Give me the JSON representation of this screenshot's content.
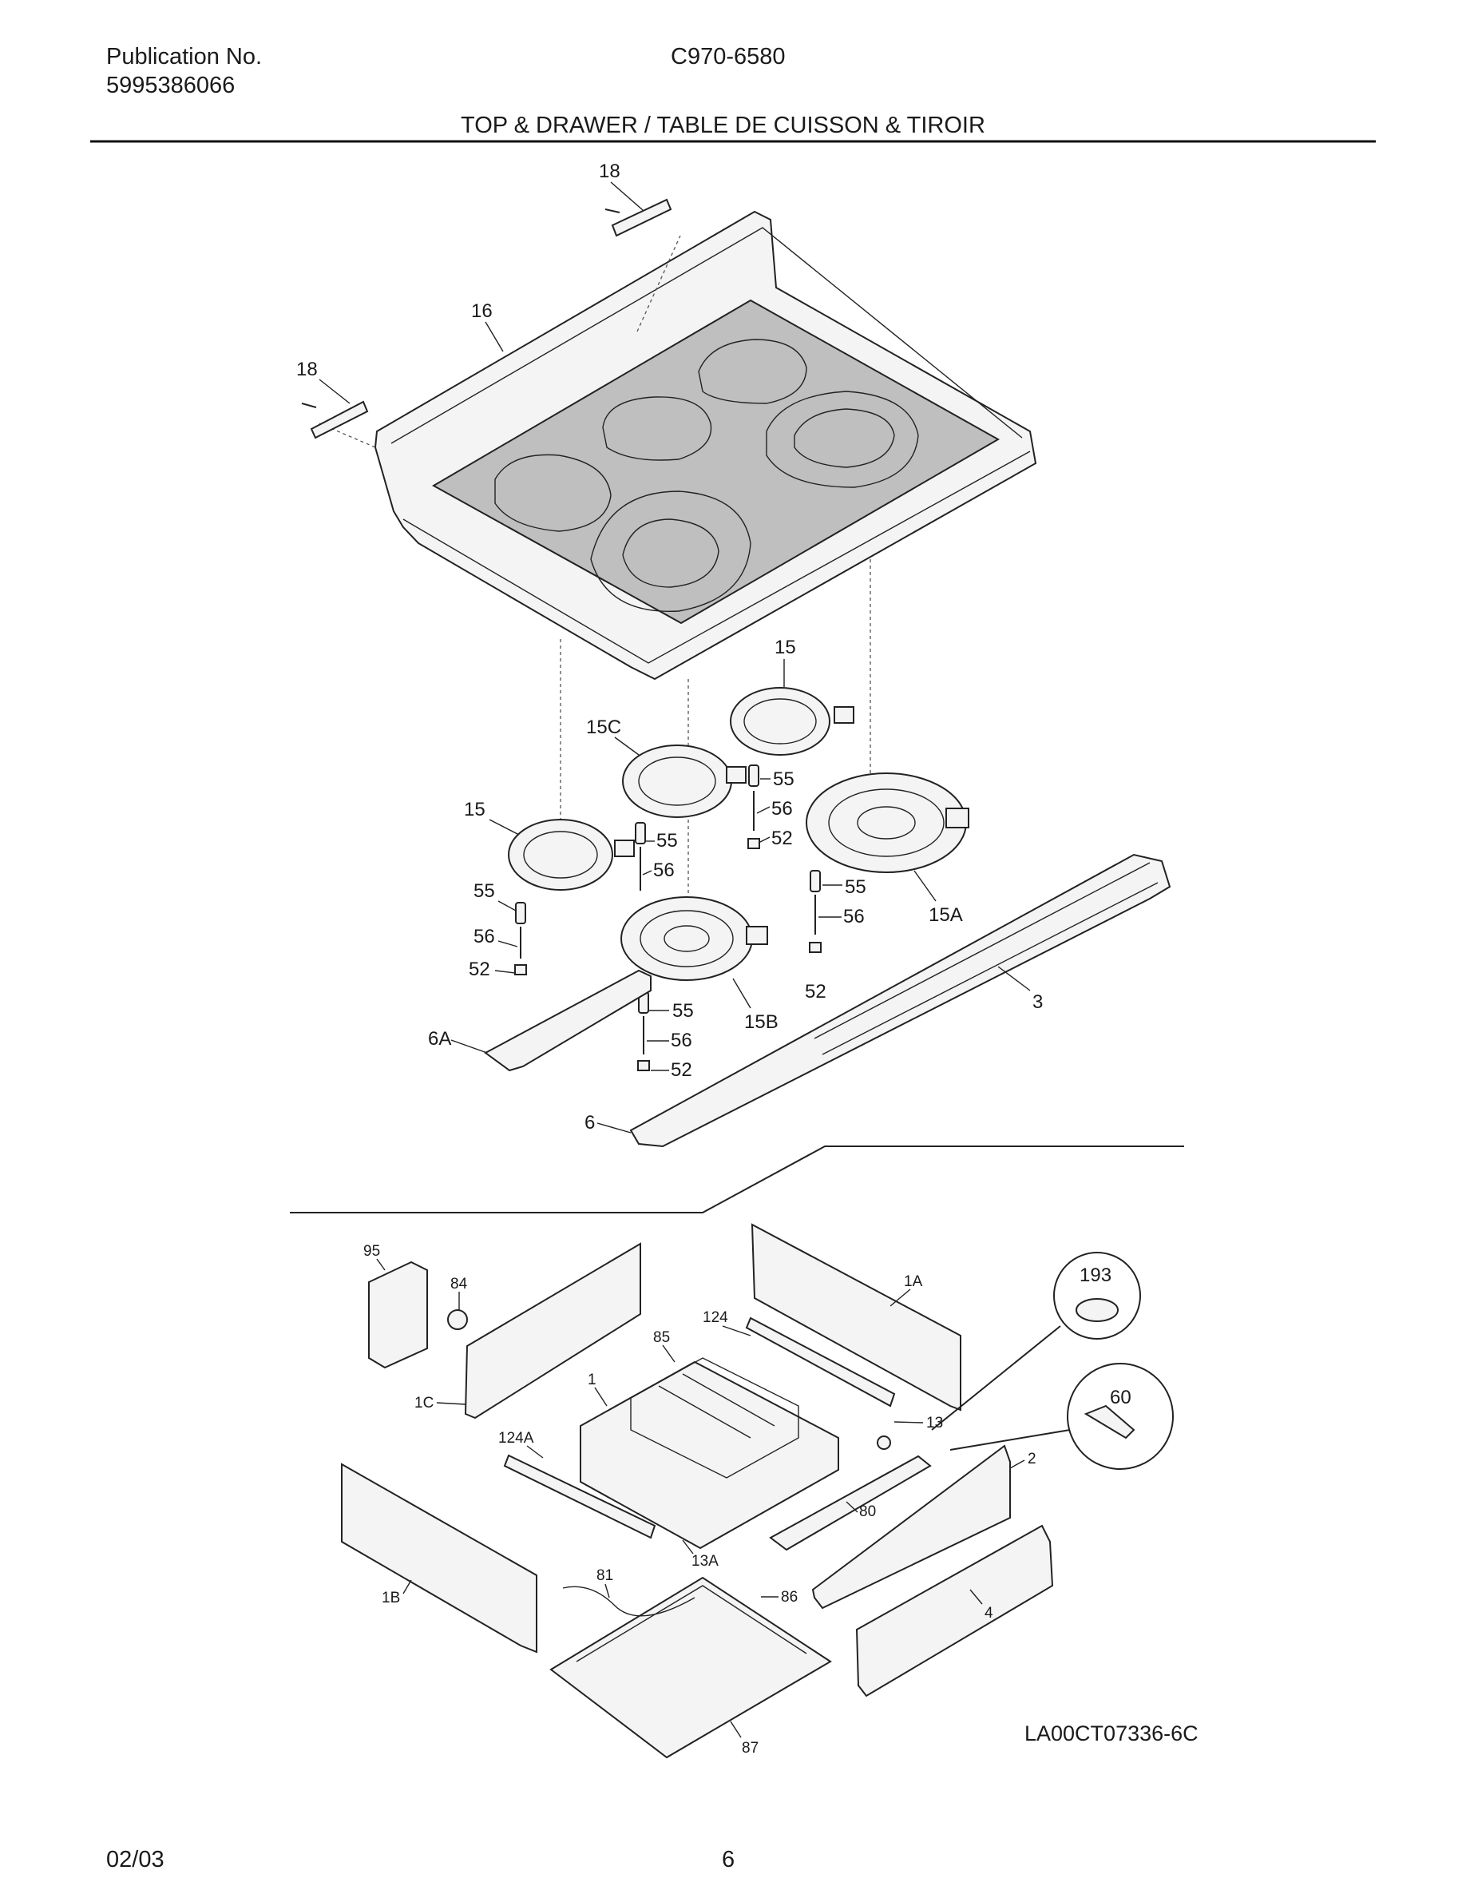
{
  "header": {
    "publication_label": "Publication No.",
    "publication_number": "5995386066",
    "model": "C970-6580",
    "title": "TOP & DRAWER / TABLE DE CUISSON & TIROIR"
  },
  "callouts_top": [
    "18",
    "16",
    "18",
    "15",
    "15C",
    "15",
    "55",
    "56",
    "52",
    "55",
    "56",
    "55",
    "56",
    "52",
    "55",
    "56",
    "52",
    "15A",
    "15B",
    "55",
    "56",
    "52",
    "3",
    "6A",
    "6"
  ],
  "callouts_bottom": [
    "95",
    "84",
    "1C",
    "124",
    "85",
    "1",
    "1A",
    "193",
    "60",
    "13",
    "124A",
    "2",
    "80",
    "13A",
    "1B",
    "81",
    "86",
    "4",
    "87"
  ],
  "drawing_code": "LA00CT07336-6C",
  "footer": {
    "date": "02/03",
    "page": "6"
  },
  "colors": {
    "line": "#222222",
    "glass": "#bfbfbf",
    "paper": "#ffffff"
  }
}
